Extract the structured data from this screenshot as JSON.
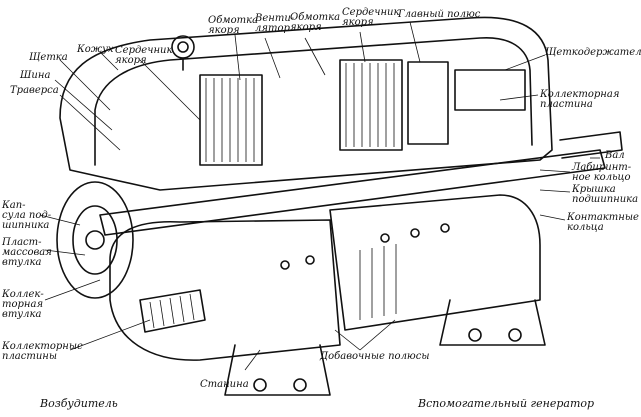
{
  "labels": {
    "shchetka": "Щетка",
    "kozhukh": "Кожух",
    "serdechnik_yakorya_left": "Сердечник\nякоря",
    "obmotka_yakorya_1": "Обмотка\nякоря",
    "ventilyator": "Венти-\nлятор",
    "obmotka_yakorya_2": "Обмотка\nякоря",
    "serdechnik_yakorya_right": "Сердечник\nякоря",
    "glavnyy_polyus": "Главный полюс",
    "shchetkoderzhateli": "Щеткодержатели",
    "shina": "Шина",
    "traversa": "Траверса",
    "kollektornaya_plastina": "Коллекторная\nпластина",
    "val": "Вал",
    "labirintnoe_koltso": "Лабиринт-\nное кольцо",
    "kryshka_podshipnika": "Крышка\nподшипника",
    "kontaktnye_koltsa": "Контактные\nкольца",
    "kapsula_podshipnika": "Кап-\nсула под-\nшипника",
    "plastmassovaya_vtulka": "Пласт-\nмассовая\nвтулка",
    "kollektornaya_vtulka": "Коллек-\nторная\nвтулка",
    "kollektornye_plastiny": "Коллекторные\nпластины",
    "dobavochnye_polyusy": "Добавочные полюсы",
    "stanina": "Станина"
  },
  "captions": {
    "left": "Возбудитель",
    "right": "Вспомогательный генератор"
  }
}
